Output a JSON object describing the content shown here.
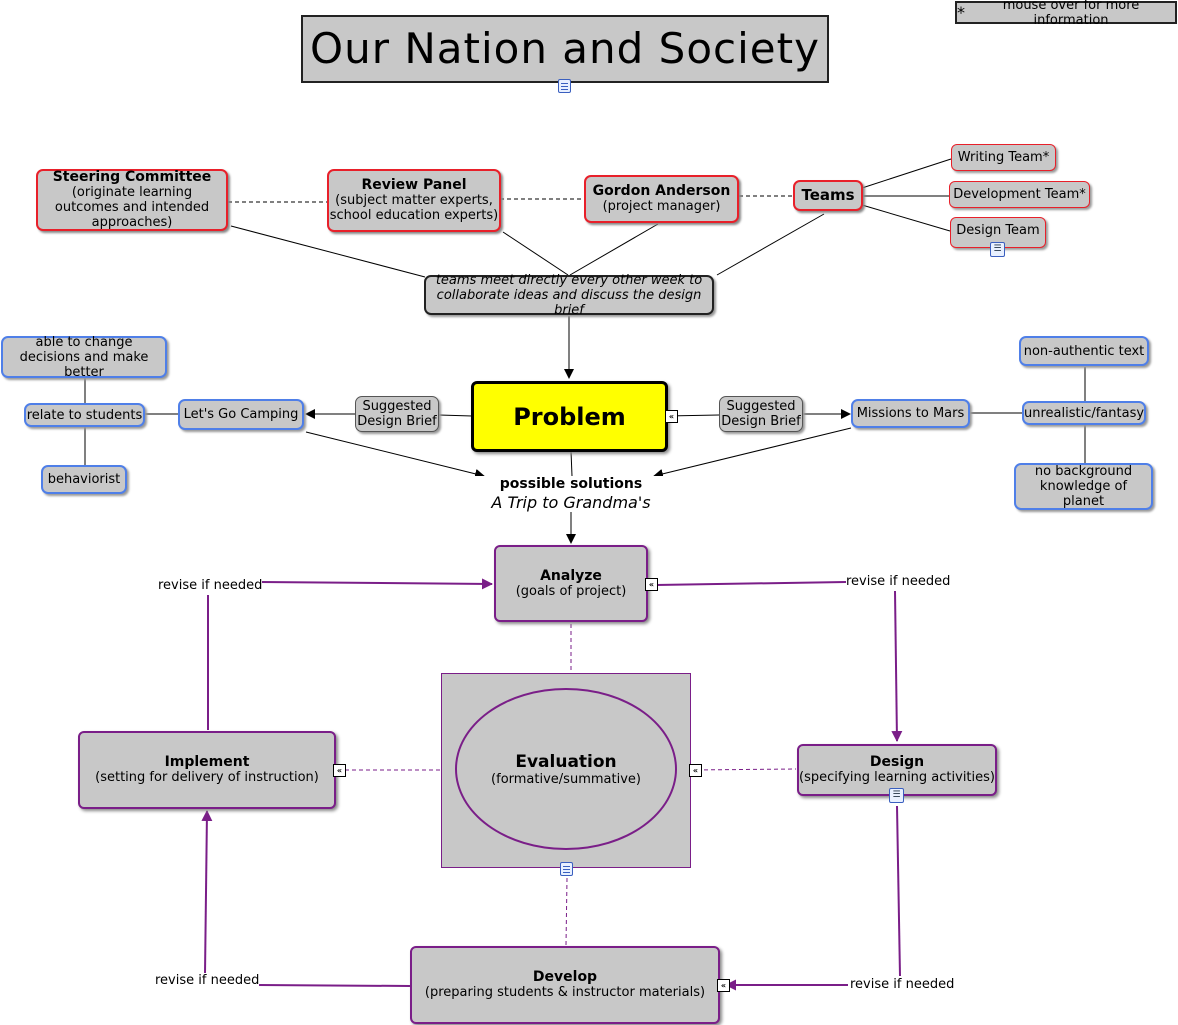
{
  "title": "Our Nation and Society",
  "note": "mouse over for more information",
  "note_star": "*",
  "nodes": {
    "steering": {
      "title": "Steering Committee",
      "sub": "(originate learning outcomes and intended approaches)"
    },
    "review": {
      "title": "Review Panel",
      "sub": "(subject matter experts, school education experts)"
    },
    "gordon": {
      "title": "Gordon Anderson",
      "sub": "(project manager)"
    },
    "teams": {
      "title": "Teams"
    },
    "writing": "Writing Team*",
    "development": "Development Team*",
    "design_team": "Design Team",
    "meet": "teams meet directly every other week to collaborate ideas and discuss the design brief",
    "problem": "Problem",
    "brief_left": "Suggested Design Brief",
    "brief_right": "Suggested Design Brief",
    "camping": "Let's Go Camping",
    "mars": "Missions to Mars",
    "change": "able to change decisions and make better",
    "relate": "relate to students",
    "behaviorist": "behaviorist",
    "non_auth": "non-authentic text",
    "unreal": "unrealistic/fantasy",
    "no_bg": "no background knowledge of planet",
    "solutions_title": "possible solutions",
    "solutions_sub": "A Trip to Grandma's",
    "analyze": {
      "title": "Analyze",
      "sub": "(goals of project)"
    },
    "evaluation": {
      "title": "Evaluation",
      "sub": "(formative/summative)"
    },
    "implement": {
      "title": "Implement",
      "sub": "(setting for delivery of instruction)"
    },
    "design": {
      "title": "Design",
      "sub": "(specifying learning activities)"
    },
    "develop": {
      "title": "Develop",
      "sub": "(preparing students & instructor materials)"
    }
  },
  "link_labels": {
    "revise_tl": "revise if needed",
    "revise_tr": "revise if needed",
    "revise_bl": "revise if needed",
    "revise_br": "revise if needed"
  },
  "colors": {
    "problem_fill": "#ffff00",
    "node_fill": "#c8c8c8",
    "red_border": "#e8202a",
    "blue_border": "#4f7fe8",
    "purple": "#7a1e88"
  },
  "icons": {
    "title_resource": "document-icon",
    "evaluation_resource": "document-icon",
    "design_team_map": "concept-map-icon",
    "design_map": "concept-map-icon",
    "expand": "expand-arrows-icon"
  }
}
